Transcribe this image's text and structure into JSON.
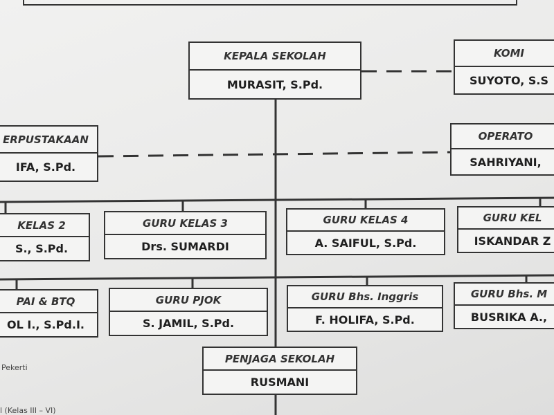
{
  "chart": {
    "nodes": [
      {
        "id": "kepala",
        "role": "KEPALA SEKOLAH",
        "name": "MURASIT, S.Pd."
      },
      {
        "id": "komite",
        "role": "KOMI",
        "name": "SUYOTO, S.S"
      },
      {
        "id": "perpustakaan",
        "role": "ERPUSTAKAAN",
        "name": "IFA, S.Pd."
      },
      {
        "id": "operator",
        "role": "OPERATO",
        "name": "SAHRIYANI,"
      },
      {
        "id": "kelas2",
        "role": "KELAS 2",
        "name": "S., S.Pd."
      },
      {
        "id": "kelas3",
        "role": "GURU KELAS 3",
        "name": "Drs. SUMARDI"
      },
      {
        "id": "kelas4",
        "role": "GURU KELAS 4",
        "name": "A. SAIFUL, S.Pd."
      },
      {
        "id": "kelas5",
        "role": "GURU KEL",
        "name": "ISKANDAR Z"
      },
      {
        "id": "pai",
        "role": "PAI & BTQ",
        "name": "OL I., S.Pd.I."
      },
      {
        "id": "pjok",
        "role": "GURU PJOK",
        "name": "S. JAMIL, S.Pd."
      },
      {
        "id": "inggris",
        "role": "GURU Bhs. Inggris",
        "name": "F. HOLIFA, S.Pd."
      },
      {
        "id": "madura",
        "role": "GURU Bhs. M",
        "name": "BUSRIKA A.,"
      },
      {
        "id": "penjaga",
        "role": "PENJAGA SEKOLAH",
        "name": "RUSMANI"
      }
    ]
  },
  "footnotes": {
    "pekerti": "Pekerti",
    "kelas": "l (Kelas III – VI)"
  }
}
